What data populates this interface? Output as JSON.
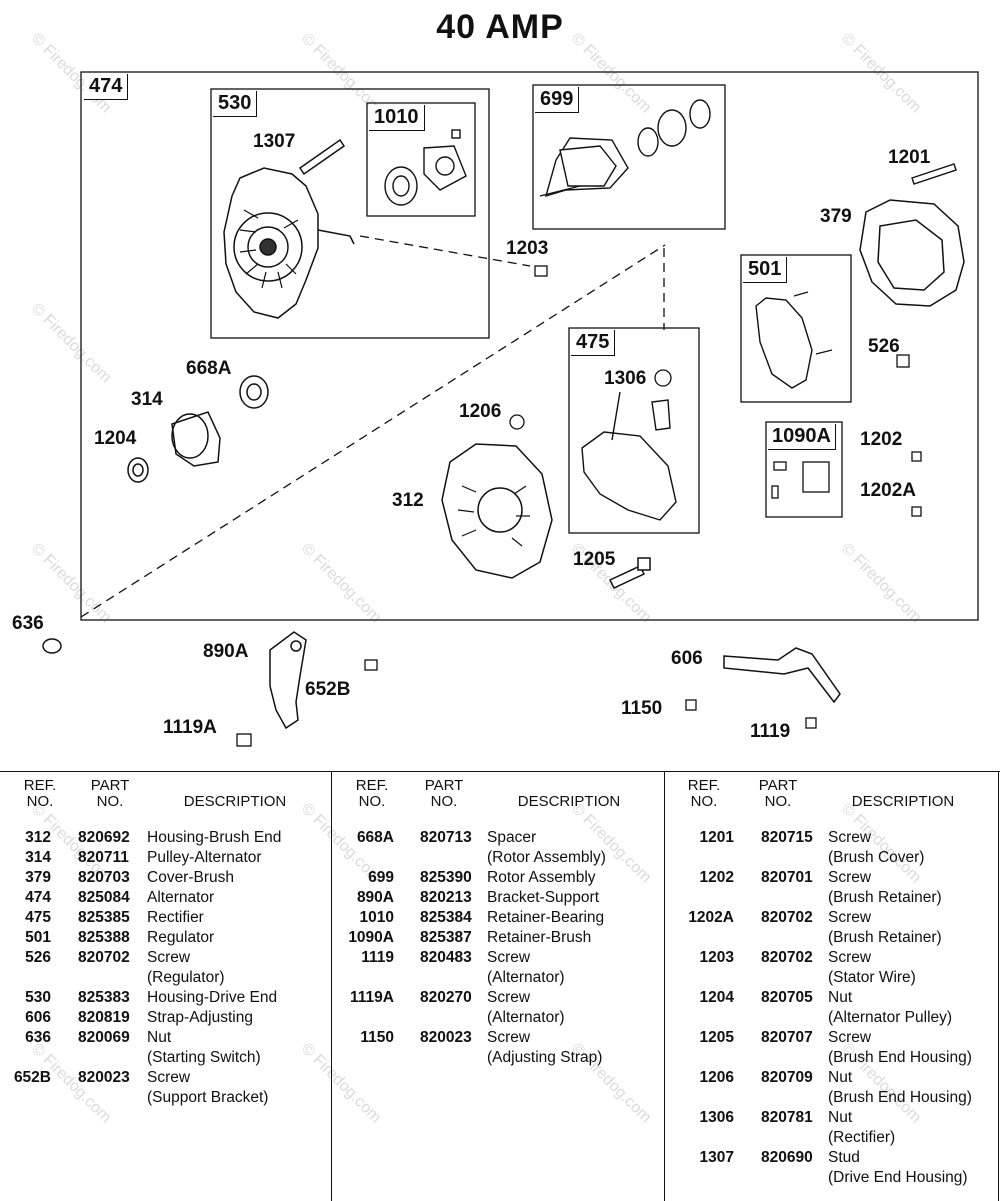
{
  "title": "40 AMP",
  "watermark": "© Firedog.com",
  "boxes": {
    "b474": "474",
    "b530": "530",
    "b1010": "1010",
    "b699": "699",
    "b501": "501",
    "b475": "475",
    "b1090a": "1090A"
  },
  "callouts": {
    "c1307": "1307",
    "c1201": "1201",
    "c379": "379",
    "c1203": "1203",
    "c526": "526",
    "c668a": "668A",
    "c314": "314",
    "c1306": "1306",
    "c1206": "1206",
    "c1204": "1204",
    "c1202": "1202",
    "c1202a": "1202A",
    "c312": "312",
    "c1205": "1205",
    "c636": "636",
    "c890a": "890A",
    "c652b": "652B",
    "c1119a": "1119A",
    "c606": "606",
    "c1150": "1150",
    "c1119": "1119"
  },
  "table": {
    "header": {
      "ref_a": "REF.",
      "ref_b": "NO.",
      "part_a": "PART",
      "part_b": "NO.",
      "desc": "DESCRIPTION"
    },
    "columns": [
      [
        {
          "ref": "312",
          "part": "820692",
          "desc": "Housing-Brush End"
        },
        {
          "ref": "314",
          "part": "820711",
          "desc": "Pulley-Alternator"
        },
        {
          "ref": "379",
          "part": "820703",
          "desc": "Cover-Brush"
        },
        {
          "ref": "474",
          "part": "825084",
          "desc": "Alternator"
        },
        {
          "ref": "475",
          "part": "825385",
          "desc": "Rectifier"
        },
        {
          "ref": "501",
          "part": "825388",
          "desc": "Regulator"
        },
        {
          "ref": "526",
          "part": "820702",
          "desc": "Screw"
        },
        {
          "ref": "",
          "part": "",
          "desc": "(Regulator)"
        },
        {
          "ref": "530",
          "part": "825383",
          "desc": "Housing-Drive End"
        },
        {
          "ref": "606",
          "part": "820819",
          "desc": "Strap-Adjusting"
        },
        {
          "ref": "636",
          "part": "820069",
          "desc": "Nut"
        },
        {
          "ref": "",
          "part": "",
          "desc": "(Starting Switch)"
        },
        {
          "ref": "652B",
          "part": "820023",
          "desc": "Screw"
        },
        {
          "ref": "",
          "part": "",
          "desc": "(Support Bracket)"
        }
      ],
      [
        {
          "ref": "668A",
          "part": "820713",
          "desc": "Spacer"
        },
        {
          "ref": "",
          "part": "",
          "desc": "(Rotor Assembly)"
        },
        {
          "ref": "699",
          "part": "825390",
          "desc": "Rotor Assembly"
        },
        {
          "ref": "890A",
          "part": "820213",
          "desc": "Bracket-Support"
        },
        {
          "ref": "1010",
          "part": "825384",
          "desc": "Retainer-Bearing"
        },
        {
          "ref": "1090A",
          "part": "825387",
          "desc": "Retainer-Brush"
        },
        {
          "ref": "1119",
          "part": "820483",
          "desc": "Screw"
        },
        {
          "ref": "",
          "part": "",
          "desc": "(Alternator)"
        },
        {
          "ref": "1119A",
          "part": "820270",
          "desc": "Screw"
        },
        {
          "ref": "",
          "part": "",
          "desc": "(Alternator)"
        },
        {
          "ref": "1150",
          "part": "820023",
          "desc": "Screw"
        },
        {
          "ref": "",
          "part": "",
          "desc": "(Adjusting Strap)"
        }
      ],
      [
        {
          "ref": "1201",
          "part": "820715",
          "desc": "Screw"
        },
        {
          "ref": "",
          "part": "",
          "desc": "(Brush Cover)"
        },
        {
          "ref": "1202",
          "part": "820701",
          "desc": "Screw"
        },
        {
          "ref": "",
          "part": "",
          "desc": "(Brush Retainer)"
        },
        {
          "ref": "1202A",
          "part": "820702",
          "desc": "Screw"
        },
        {
          "ref": "",
          "part": "",
          "desc": "(Brush Retainer)"
        },
        {
          "ref": "1203",
          "part": "820702",
          "desc": "Screw"
        },
        {
          "ref": "",
          "part": "",
          "desc": "(Stator Wire)"
        },
        {
          "ref": "1204",
          "part": "820705",
          "desc": "Nut"
        },
        {
          "ref": "",
          "part": "",
          "desc": "(Alternator Pulley)"
        },
        {
          "ref": "1205",
          "part": "820707",
          "desc": "Screw"
        },
        {
          "ref": "",
          "part": "",
          "desc": "(Brush End Housing)"
        },
        {
          "ref": "1206",
          "part": "820709",
          "desc": "Nut"
        },
        {
          "ref": "",
          "part": "",
          "desc": "(Brush End Housing)"
        },
        {
          "ref": "1306",
          "part": "820781",
          "desc": "Nut"
        },
        {
          "ref": "",
          "part": "",
          "desc": "(Rectifier)"
        },
        {
          "ref": "1307",
          "part": "820690",
          "desc": "Stud"
        },
        {
          "ref": "",
          "part": "",
          "desc": "(Drive End Housing)"
        }
      ]
    ]
  }
}
